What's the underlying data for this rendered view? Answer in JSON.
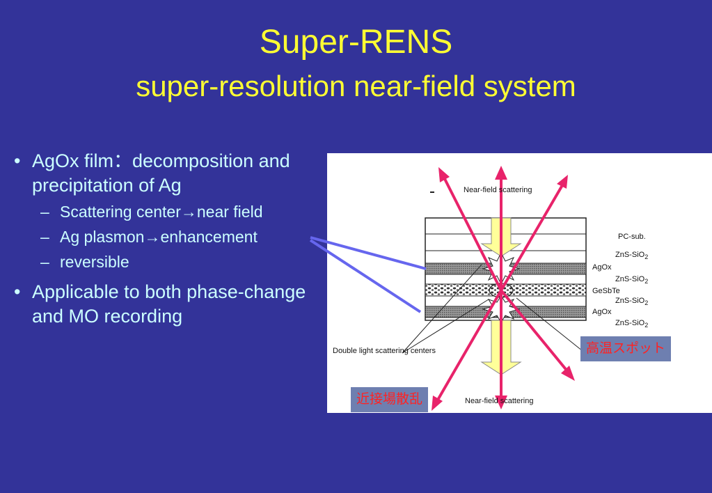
{
  "title": {
    "line1": "Super-RENS",
    "line2": "super-resolution near-field system"
  },
  "bullets": [
    {
      "marker": "•",
      "text": "AgOx film：decomposition and precipitation of  Ag",
      "sub": [
        {
          "marker": "–",
          "text": "Scattering center→near field"
        },
        {
          "marker": "–",
          "text": "Ag plasmon→enhancement"
        },
        {
          "marker": "–",
          "text": "reversible"
        }
      ]
    },
    {
      "marker": "•",
      "text": "Applicable to both phase-change and MO recording",
      "sub": []
    }
  ],
  "diagram": {
    "labels": {
      "near_field_top": "Near-field scattering",
      "near_field_bottom": "Near-field scattering",
      "double_light": "Double light scattering centers",
      "pc_sub": "PC-sub.",
      "agox_1": "AgOx",
      "agox_2": "AgOx",
      "gesbte": "GeSbTe",
      "zns_prefix": "ZnS-SiO",
      "zns_subscript": "2"
    },
    "tags": {
      "hot_spot": "高温スポット",
      "near_scatter": "近接場散乱"
    },
    "colors": {
      "arrow_pink": "#e8236a",
      "connector_blue": "#6666ee",
      "beam_yellow": "#ffff99"
    }
  }
}
